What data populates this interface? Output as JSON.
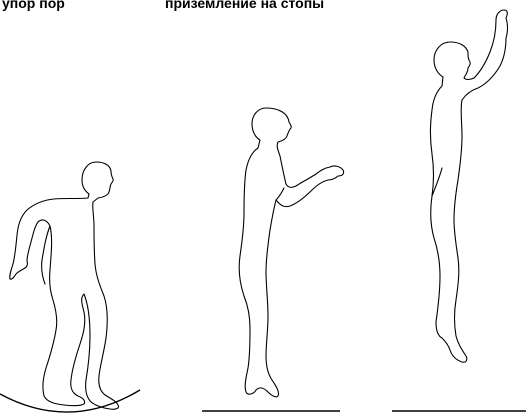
{
  "captions": {
    "left": "упор пор",
    "right": "приземление на стопы"
  },
  "figures": [
    {
      "name": "crouching-figure",
      "ground": "curved"
    },
    {
      "name": "standing-figure",
      "ground": "flat"
    },
    {
      "name": "jumping-figure",
      "ground": "flat"
    }
  ],
  "colors": {
    "line": "#000000",
    "background": "#ffffff"
  }
}
